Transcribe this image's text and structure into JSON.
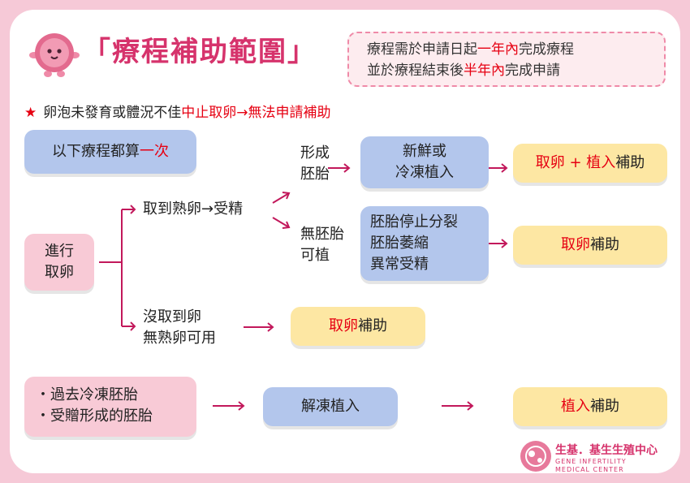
{
  "header": {
    "title": "「療程補助範圍」",
    "note_line1_a": "療程需於申請日起",
    "note_line1_red": "一年內",
    "note_line1_b": "完成療程",
    "note_line2_a": "並於療程結束後",
    "note_line2_red": "半年內",
    "note_line2_b": "完成申請"
  },
  "warning": {
    "star": "★",
    "text_a": "卵泡未發育或體況不佳",
    "text_red": "中止取卵→無法申請補助"
  },
  "count_box": {
    "text_a": "以下療程都算",
    "text_red": "一次"
  },
  "start_box": {
    "line1": "進行",
    "line2": "取卵"
  },
  "branch_mature": {
    "label": "取到熟卵→受精"
  },
  "branch_none": {
    "line1": "沒取到卵",
    "line2": "無熟卵可用"
  },
  "embryo_formed": {
    "line1": "形成",
    "line2": "胚胎"
  },
  "embryo_none": {
    "line1": "無胚胎",
    "line2": "可植"
  },
  "transfer_box": {
    "line1": "新鮮或",
    "line2": "冷凍植入"
  },
  "failure_box": {
    "line1": "胚胎停止分裂",
    "line2": "胚胎萎縮",
    "line3": "異常受精"
  },
  "result_full": {
    "red1": "取卵",
    "mid": " + ",
    "red2": "植入",
    "tail": "補助"
  },
  "result_retrieval_1": {
    "red": "取卵",
    "tail": "補助"
  },
  "result_retrieval_2": {
    "red": "取卵",
    "tail": "補助"
  },
  "frozen_source": {
    "line1": "・過去冷凍胚胎",
    "line2": "・受贈形成的胚胎"
  },
  "thaw_box": {
    "label": "解凍植入"
  },
  "result_transfer": {
    "red": "植入",
    "tail": "補助"
  },
  "arrows": {
    "right": "→",
    "diag_up": "↗",
    "diag_down": "↘"
  },
  "footer": {
    "brand": "生基．基生生殖中心",
    "en1": "GENE INFERTILITY",
    "en2": "MEDICAL CENTER"
  },
  "colors": {
    "accent": "#d6336c",
    "red": "#e60012",
    "blue_box": "#b3c6ec",
    "pink_box": "#f8cad6",
    "yellow_box": "#fde7a3"
  }
}
